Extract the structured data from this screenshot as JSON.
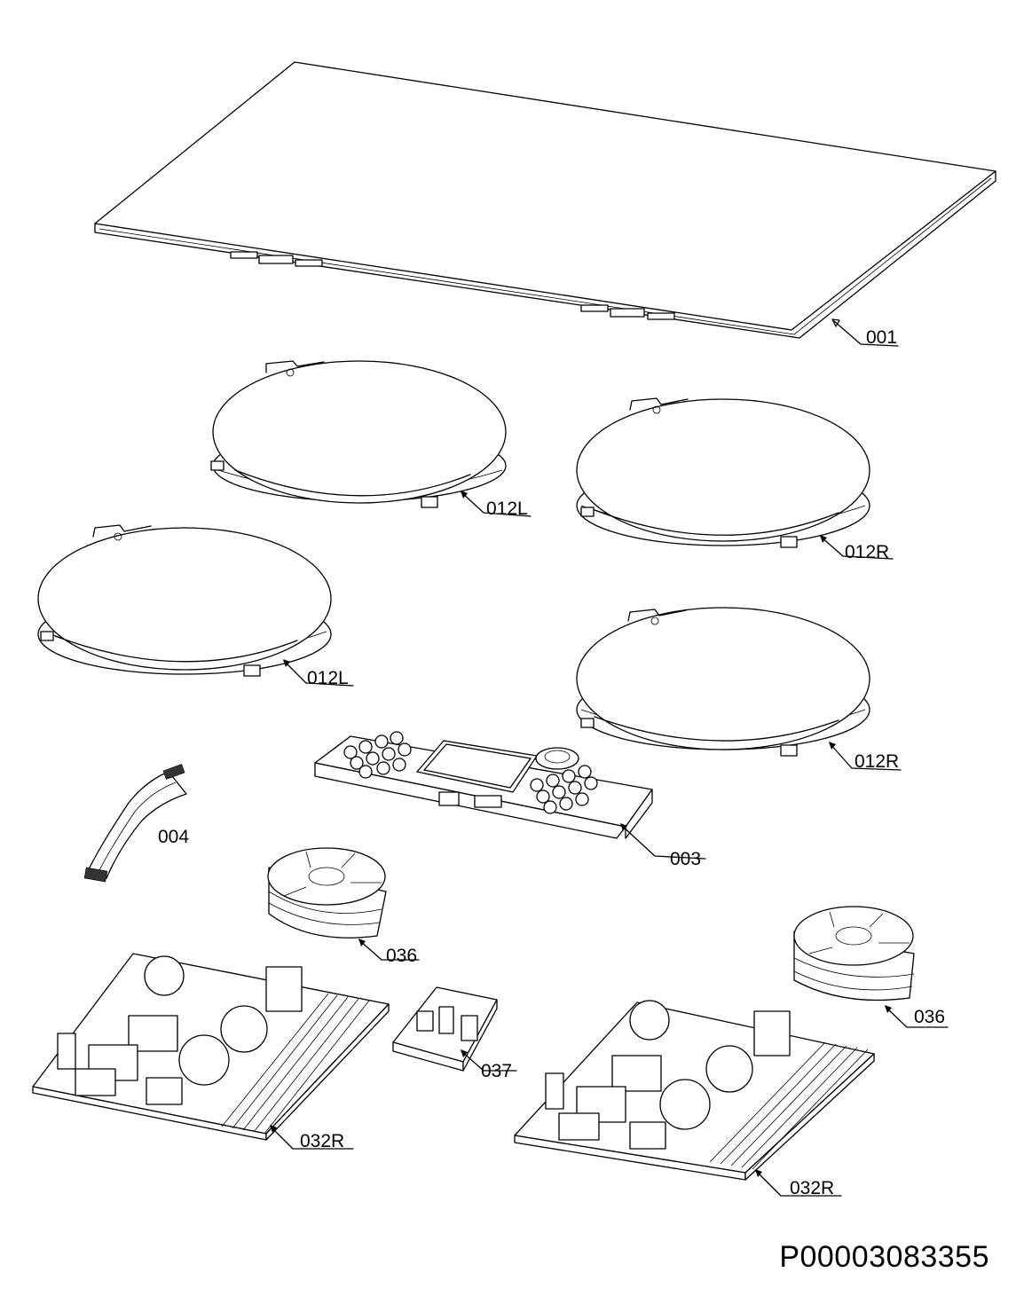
{
  "parts": {
    "cooktop_glass": "001",
    "coil_left_upper": "012L",
    "coil_right_upper": "012R",
    "coil_left_lower": "012L",
    "coil_right_lower": "012R",
    "control_board": "003",
    "ribbon_cable": "004",
    "fan_left": "036",
    "fan_right": "036",
    "filter_module": "037",
    "power_board_left": "032R",
    "power_board_right": "032R"
  },
  "document_id": "P00003083355"
}
